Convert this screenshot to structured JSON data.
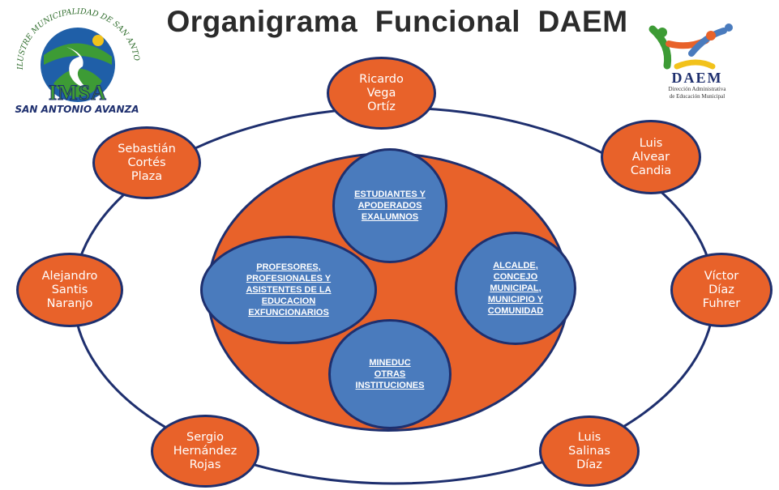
{
  "title": "Organigrama  Funcional  DAEM",
  "logos": {
    "left": {
      "ring_text": "ILUSTRE MUNICIPALIDAD DE SAN ANTONIO",
      "name": "IMSA",
      "slogan": "SAN ANTONIO AVANZA",
      "icon": "imsa-seal-icon"
    },
    "right": {
      "name": "DAEM",
      "subtitle_1": "Dirección Administrativa",
      "subtitle_2": "de Educación Municipal",
      "icon": "daem-figures-icon"
    }
  },
  "people": [
    {
      "name": "Ricardo\nVega\nOrtíz"
    },
    {
      "name": "Luis\nAlvear\nCandia"
    },
    {
      "name": "Víctor\nDíaz\nFuhrer"
    },
    {
      "name": "Luis\nSalinas\nDíaz"
    },
    {
      "name": "Sergio\nHernández\nRojas"
    },
    {
      "name": "Alejandro\nSantis\nNaranjo"
    },
    {
      "name": "Sebastián\nCortés\nPlaza"
    }
  ],
  "groups": [
    {
      "label": "ESTUDIANTES  Y\nAPODERADOS\nEXALUMNOS"
    },
    {
      "label": "PROFESORES,\nPROFESIONALES Y\nASISTENTES DE LA\nEDUCACION\nEXFUNCIONARIOS"
    },
    {
      "label": "ALCALDE,\nCONCEJO\nMUNICIPAL,\nMUNICIPIO Y\nCOMUNIDAD"
    },
    {
      "label": "MINEDUC\nOTRAS\nINSTITUCIONES"
    }
  ],
  "colors": {
    "orange": "#e8622a",
    "blue": "#4a7bbd",
    "navy": "#1e2f6e",
    "green": "#3d9b35",
    "yellow": "#f2c21b"
  }
}
